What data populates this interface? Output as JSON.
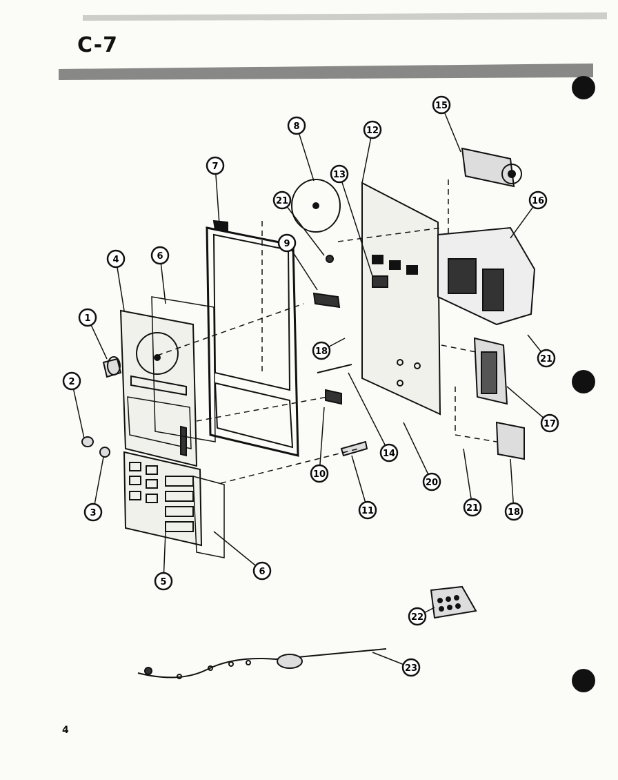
{
  "header": {
    "title": "C-7"
  },
  "footer": {
    "page_number": "4"
  },
  "callouts": [
    {
      "id": "c1",
      "label": "1"
    },
    {
      "id": "c2",
      "label": "2"
    },
    {
      "id": "c3",
      "label": "3"
    },
    {
      "id": "c4",
      "label": "4"
    },
    {
      "id": "c5",
      "label": "5"
    },
    {
      "id": "c6a",
      "label": "6"
    },
    {
      "id": "c6b",
      "label": "6"
    },
    {
      "id": "c7",
      "label": "7"
    },
    {
      "id": "c8",
      "label": "8"
    },
    {
      "id": "c9",
      "label": "9"
    },
    {
      "id": "c10",
      "label": "10"
    },
    {
      "id": "c11",
      "label": "11"
    },
    {
      "id": "c12",
      "label": "12"
    },
    {
      "id": "c13",
      "label": "13"
    },
    {
      "id": "c14",
      "label": "14"
    },
    {
      "id": "c15",
      "label": "15"
    },
    {
      "id": "c16",
      "label": "16"
    },
    {
      "id": "c17",
      "label": "17"
    },
    {
      "id": "c18a",
      "label": "18"
    },
    {
      "id": "c18b",
      "label": "18"
    },
    {
      "id": "c20",
      "label": "20"
    },
    {
      "id": "c21a",
      "label": "21"
    },
    {
      "id": "c21b",
      "label": "21"
    },
    {
      "id": "c21c",
      "label": "21"
    },
    {
      "id": "c22",
      "label": "22"
    },
    {
      "id": "c23",
      "label": "23"
    }
  ]
}
